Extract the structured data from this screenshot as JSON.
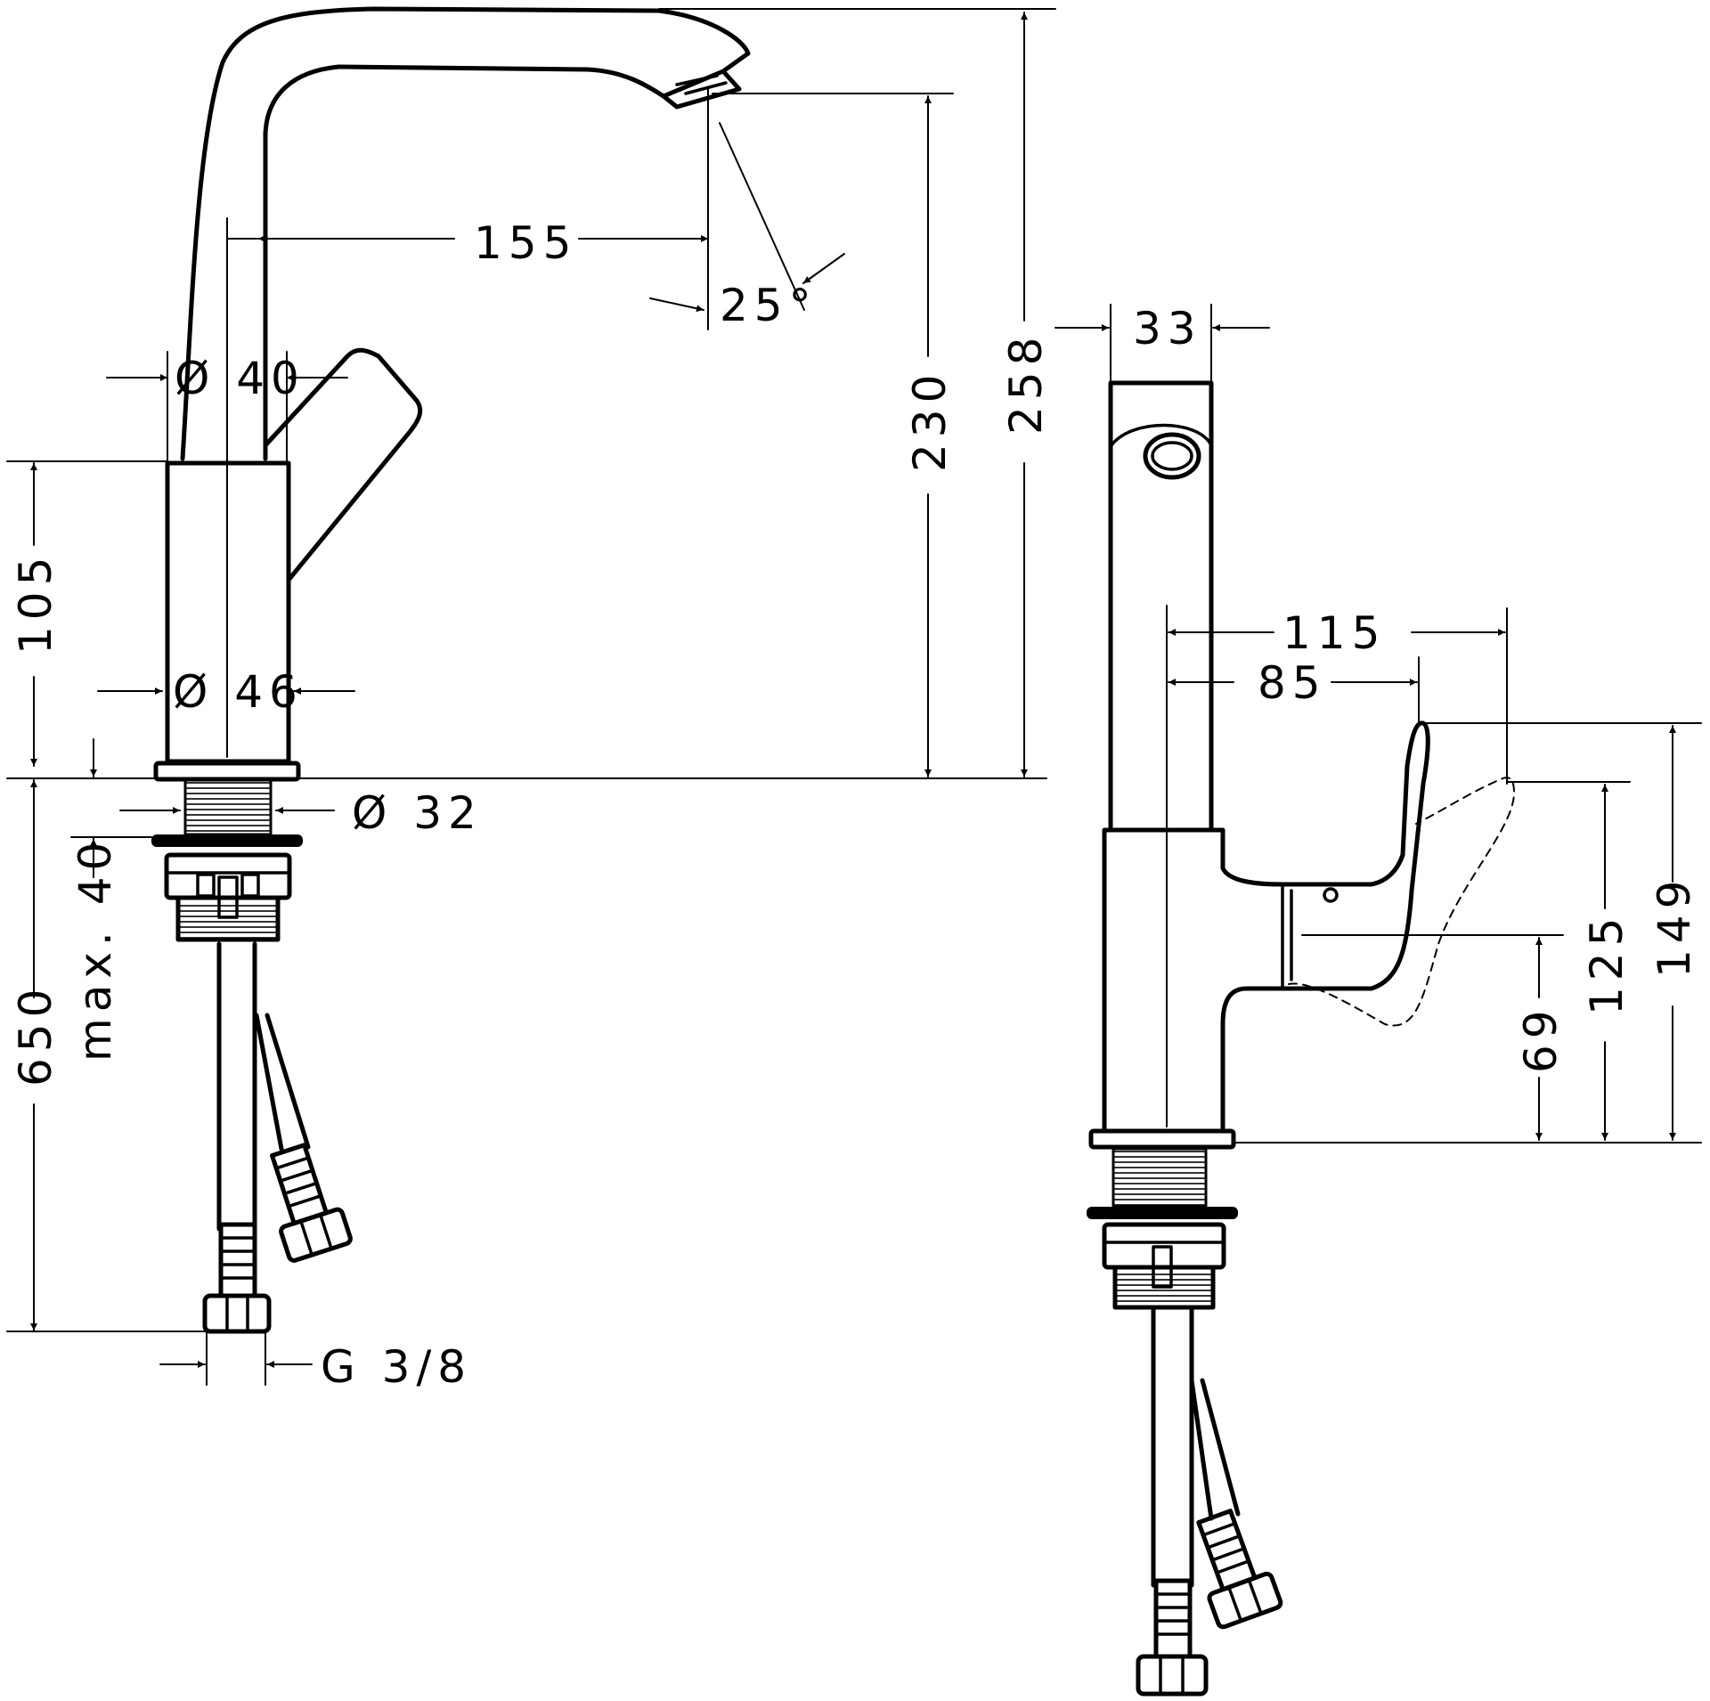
{
  "dimensions": {
    "d_155": "155",
    "d_25deg": "25°",
    "d_40_dia": "Ø 40",
    "d_258": "258",
    "d_230": "230",
    "d_105": "105",
    "d_46_dia": "Ø 46",
    "d_32_dia": "Ø 32",
    "d_max40": "max. 40",
    "d_650": "650",
    "d_g38": "G 3/8",
    "d_33": "33",
    "d_115": "115",
    "d_85": "85",
    "d_149": "149",
    "d_125": "125",
    "d_69": "69"
  }
}
